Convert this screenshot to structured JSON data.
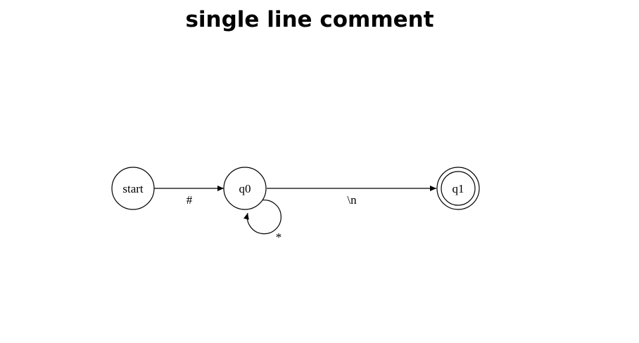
{
  "title": "single line comment",
  "states": [
    {
      "id": "start",
      "label": "start",
      "accepting": false
    },
    {
      "id": "q0",
      "label": "q0",
      "accepting": false
    },
    {
      "id": "q1",
      "label": "q1",
      "accepting": true
    }
  ],
  "transitions": [
    {
      "from": "start",
      "to": "q0",
      "label": "#"
    },
    {
      "from": "q0",
      "to": "q0",
      "label": "*"
    },
    {
      "from": "q0",
      "to": "q1",
      "label": "\\n"
    }
  ],
  "colors": {
    "stroke": "#000000",
    "background": "#ffffff"
  }
}
